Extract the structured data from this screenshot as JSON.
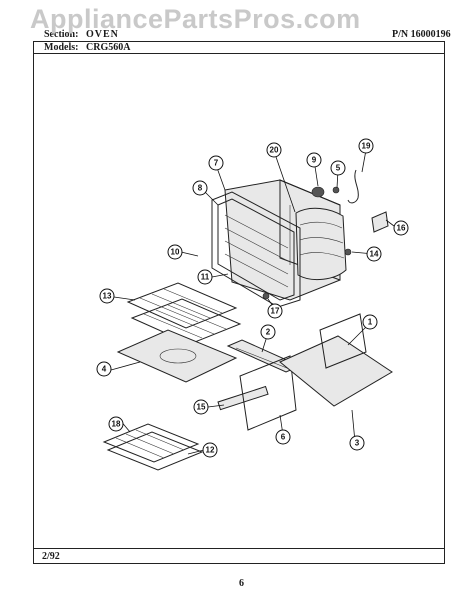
{
  "watermark": "AppliancePartsPros.com",
  "header": {
    "section_label": "Section:",
    "section_value": "OVEN",
    "part_number": "P/N 16000196",
    "models_label": "Models:",
    "models_value": "CRG560A"
  },
  "footer": {
    "date": "2/92",
    "page": "6"
  },
  "callouts": [
    "1",
    "2",
    "3",
    "4",
    "5",
    "6",
    "8",
    "9",
    "10",
    "11",
    "12",
    "13",
    "14",
    "15",
    "16",
    "17",
    "18",
    "19",
    "20",
    "7"
  ]
}
